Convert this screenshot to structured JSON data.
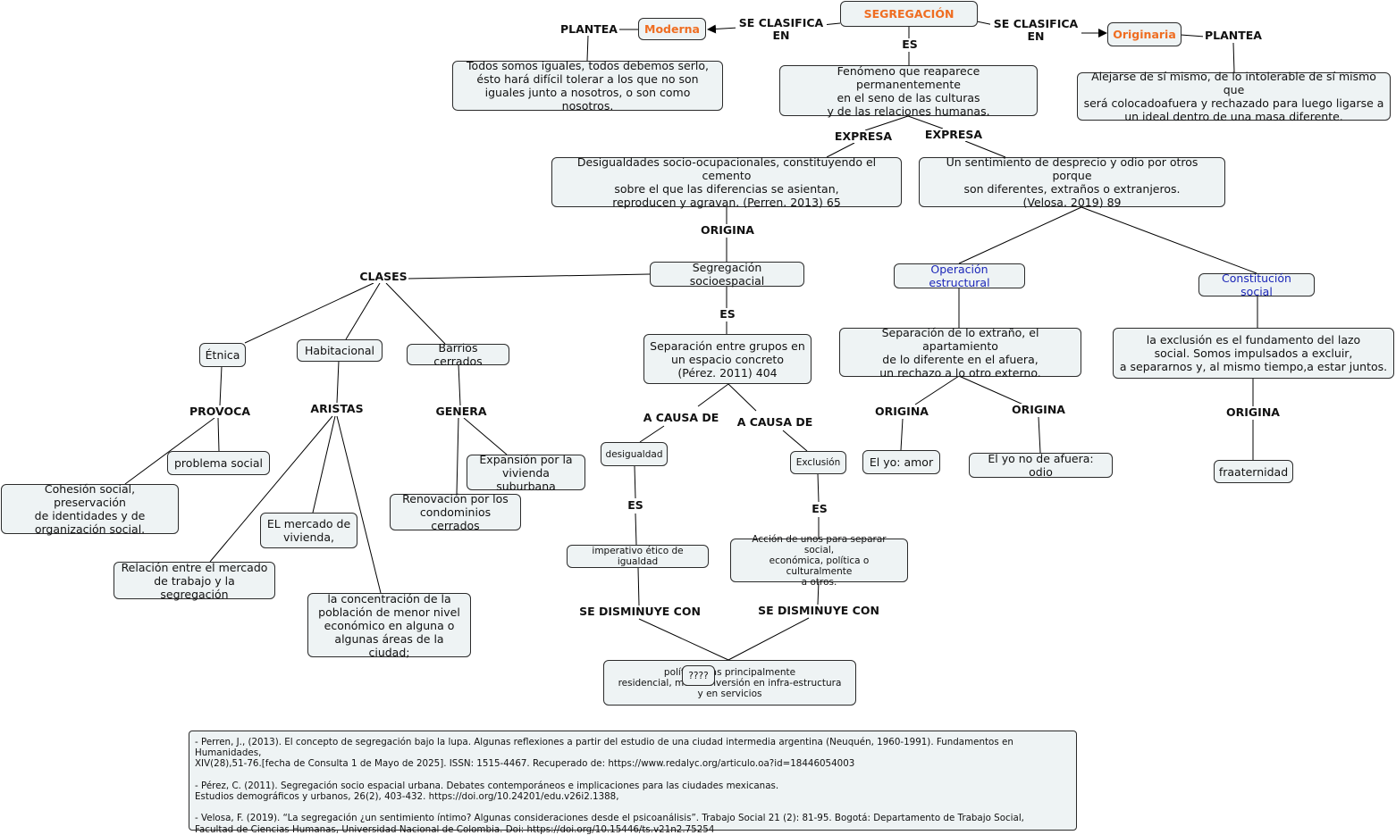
{
  "nodes": {
    "segregacion": "SEGREGACIÓN",
    "moderna": "Moderna",
    "originaria": "Originaria",
    "moderna_desc": "Todos somos iguales, todos debemos serlo,\nésto hará difícil tolerar a los que no son\niguales junto a nosotros, o son como nosotros.",
    "originaria_desc": "Alejarse de sí mismo, de lo intolerable de sí mismo que\nserá colocadoafuera y rechazado para luego ligarse a\nun ideal dentro de una masa diferente.",
    "fenomeno": "Fenómeno que reaparece permanentemente\nen el seno de las culturas\ny de las relaciones humanas.",
    "desigualdades": "Desigualdades socio-ocupacionales, constituyendo el cemento\nsobre el que las diferencias se asientan,\nreproducen y agravan.  (Perren. 2013) 65",
    "sentimiento": "Un sentimiento de desprecio y odio por  otros porque\nson diferentes, extraños o extranjeros.\n(Velosa. 2019) 89",
    "socioespacial": "Segregación socioespacial",
    "operacion": "Operación estructural",
    "constitucion": "Constitución social",
    "etnica": "Étnica",
    "habitacional": "Habitacional",
    "barrios": "Barrios cerrados",
    "separacion_grupos": "Separación entre grupos en\nun espacio concreto\n(Pérez. 2011) 404",
    "separacion_extrano": "Separación de lo extraño, el apartamiento\nde lo diferente en el afuera,\nun rechazo a lo otro externo.",
    "exclusion_lazo": "la exclusión es el fundamento del lazo\nsocial. Somos impulsados a excluir,\na separarnos y, al mismo tiempo,a estar juntos.",
    "problema_social": "problema social",
    "cohesion": "Cohesión social, preservación\nde identidades y de\norganización social.",
    "mercado_vivienda": "EL mercado de\nvivienda,",
    "relacion_mercado": "Relación entre el mercado\nde trabajo y la segregación",
    "concentracion": "la concentración de la\npoblación de menor nivel\neconómico en alguna o\nalgunas áreas de la ciudad;",
    "expansion": "Expansión por la\nvivienda suburbana",
    "renovacion": "Renovación por los\ncondominios cerrados",
    "desigualdad": "desigualdad",
    "exclusion": "Exclusión",
    "imperativo": "imperativo ético de igualdad",
    "accion": "Acción de unos para separar social,\neconómica, política o culturalmente\na otros.",
    "politicas": "políticas    cas  principalmente\nresidencial, med       a inversión en infra-estructura\ny en servicios",
    "question": "????",
    "yo_amor": "El yo: amor",
    "yo_odio": "El yo no de afuera: odio",
    "fraternidad": "fraaternidad"
  },
  "labels": {
    "se_clasifica_left": "SE CLASIFICA\nEN",
    "se_clasifica_right": "SE CLASIFICA\nEN",
    "plantea_left": "PLANTEA",
    "plantea_right": "PLANTEA",
    "es_top": "ES",
    "expresa_left": "EXPRESA",
    "expresa_right": "EXPRESA",
    "origina_main": "ORIGINA",
    "clases": "CLASES",
    "es_mid": "ES",
    "provoca": "PROVOCA",
    "aristas": "ARISTAS",
    "genera": "GENERA",
    "a_causa_left": "A CAUSA DE",
    "a_causa_right": "A CAUSA DE",
    "es_desig": "ES",
    "es_excl": "ES",
    "se_disminuye_left": "SE DISMINUYE CON",
    "se_disminuye_right": "SE DISMINUYE CON",
    "origina_amor": "ORIGINA",
    "origina_odio": "ORIGINA",
    "origina_frat": "ORIGINA"
  },
  "references": "- Perren, J., (2013). El concepto de segregación bajo la lupa. Algunas reflexiones a partir del estudio de una ciudad intermedia argentina (Neuquén, 1960-1991). Fundamentos en Humanidades,\n XIV(28),51-76.[fecha de Consulta 1 de Mayo de 2025]. ISSN: 1515-4467. Recuperado de: https://www.redalyc.org/articulo.oa?id=18446054003\n\n- Pérez, C. (2011). Segregación socio espacial urbana. Debates contemporáneos e implicaciones para las ciudades mexicanas.\nEstudios demográficos y urbanos, 26(2), 403-432. https://doi.org/10.24201/edu.v26i2.1388,\n\n- Velosa, F. (2019). “La segregación ¿un sentimiento íntimo? Algunas consideraciones desde el psicoanálisis”. Trabajo Social 21 (2): 81-95. Bogotá: Departamento de Trabajo Social,\nFacultad de Ciencias Humanas, Universidad Nacional de Colombia. Doi: https://doi.org/10.15446/ts.v21n2.75254",
  "colors": {
    "title_orange": "#ef6d21",
    "blue_text": "#1c27b8",
    "node_fill": "#eef3f4"
  }
}
